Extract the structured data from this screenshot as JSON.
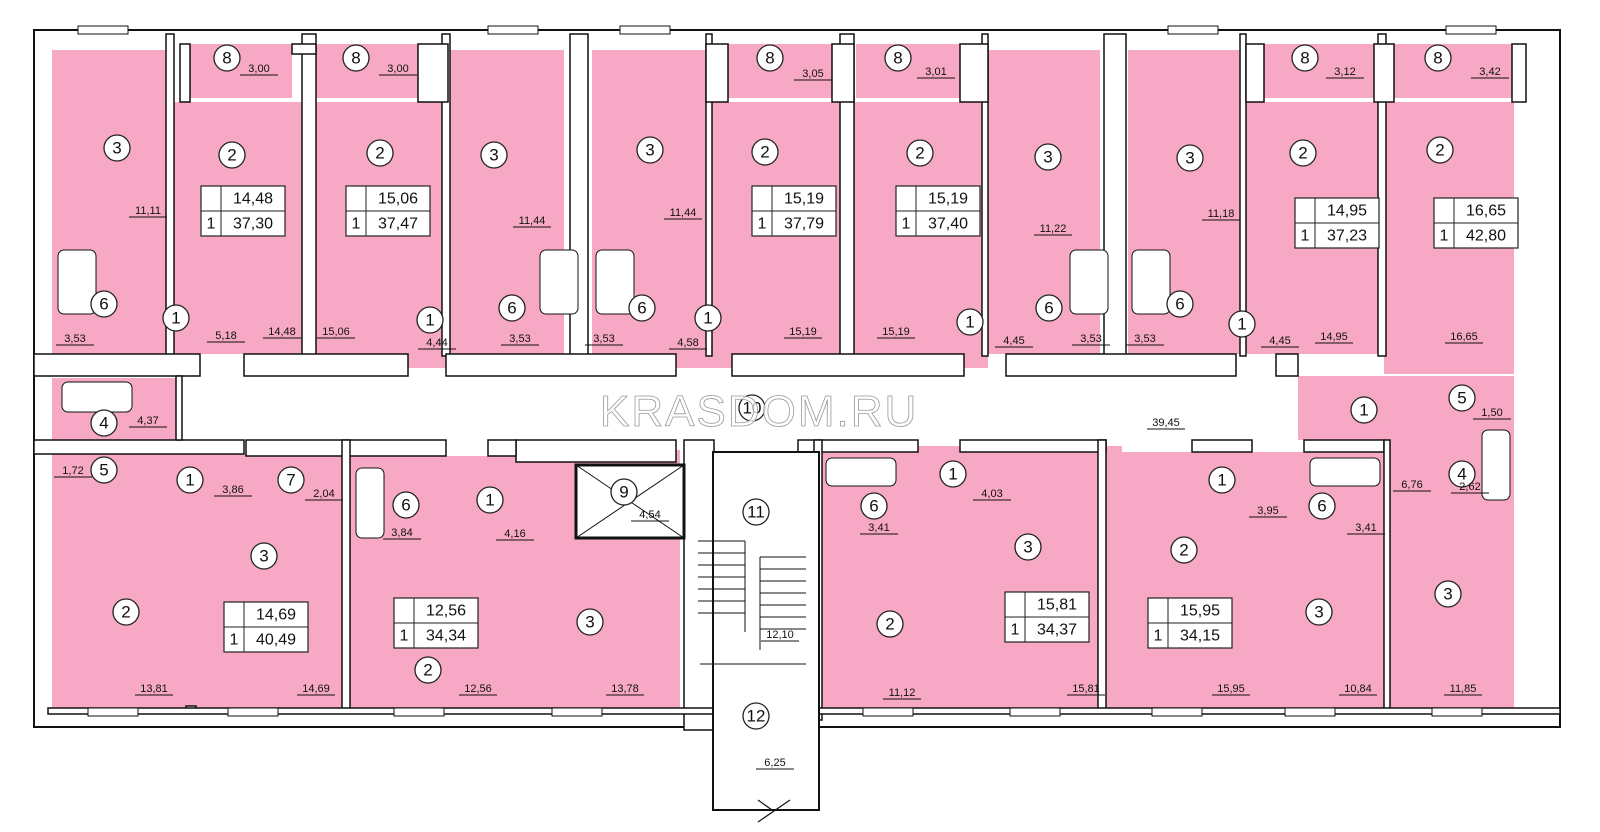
{
  "watermark": "KRASDOM.RU",
  "colors": {
    "room_fill": "#f7a8c4",
    "wall": "#ffffff",
    "wall_stroke": "#111111",
    "background": "#ffffff"
  },
  "room_labels": [
    {
      "id": "a1-r3",
      "n": "3"
    },
    {
      "id": "a1-r2",
      "n": "2"
    },
    {
      "id": "a1-r6",
      "n": "6"
    },
    {
      "id": "a1-r1",
      "n": "1"
    },
    {
      "id": "a1-r8",
      "n": "8"
    },
    {
      "id": "a2-r2",
      "n": "2"
    },
    {
      "id": "a2-r3",
      "n": "3"
    },
    {
      "id": "a2-r6",
      "n": "6"
    },
    {
      "id": "a2-r1",
      "n": "1"
    },
    {
      "id": "a2-r8",
      "n": "8"
    },
    {
      "id": "a3-r3",
      "n": "3"
    },
    {
      "id": "a3-r2",
      "n": "2"
    },
    {
      "id": "a3-r6",
      "n": "6"
    },
    {
      "id": "a3-r1",
      "n": "1"
    },
    {
      "id": "a3-r8",
      "n": "8"
    },
    {
      "id": "a4-r2",
      "n": "2"
    },
    {
      "id": "a4-r3",
      "n": "3"
    },
    {
      "id": "a4-r6",
      "n": "6"
    },
    {
      "id": "a4-r1",
      "n": "1"
    },
    {
      "id": "a4-r8",
      "n": "8"
    },
    {
      "id": "a5-r3",
      "n": "3"
    },
    {
      "id": "a5-r2",
      "n": "2"
    },
    {
      "id": "a5-r6",
      "n": "6"
    },
    {
      "id": "a5-r1",
      "n": "1"
    },
    {
      "id": "a5-r8",
      "n": "8"
    },
    {
      "id": "a6-r2",
      "n": "2"
    },
    {
      "id": "a6-r8",
      "n": "8"
    },
    {
      "id": "a6-r1",
      "n": "1"
    },
    {
      "id": "a6-r5",
      "n": "5"
    },
    {
      "id": "a6-r4",
      "n": "4"
    },
    {
      "id": "a6-r3",
      "n": "3"
    },
    {
      "id": "corr",
      "n": "10"
    },
    {
      "id": "a7-r4",
      "n": "4"
    },
    {
      "id": "a7-r5",
      "n": "5"
    },
    {
      "id": "a7-r1",
      "n": "1"
    },
    {
      "id": "a7-r7",
      "n": "7"
    },
    {
      "id": "a7-r2",
      "n": "2"
    },
    {
      "id": "a7-r3",
      "n": "3"
    },
    {
      "id": "a8-r6",
      "n": "6"
    },
    {
      "id": "a8-r1",
      "n": "1"
    },
    {
      "id": "a8-r2",
      "n": "2"
    },
    {
      "id": "a8-r3",
      "n": "3"
    },
    {
      "id": "elev",
      "n": "9"
    },
    {
      "id": "stair",
      "n": "11"
    },
    {
      "id": "vest",
      "n": "12"
    },
    {
      "id": "a9-r1",
      "n": "1"
    },
    {
      "id": "a9-r6",
      "n": "6"
    },
    {
      "id": "a9-r2",
      "n": "2"
    },
    {
      "id": "a9-r3",
      "n": "3"
    },
    {
      "id": "a10-r1",
      "n": "1"
    },
    {
      "id": "a10-r6",
      "n": "6"
    },
    {
      "id": "a10-r2",
      "n": "2"
    },
    {
      "id": "a10-r3",
      "n": "3"
    }
  ],
  "areas": [
    "3,00",
    "11,11",
    "5,18",
    "14,48",
    "3,53",
    "3,00",
    "15,06",
    "4,44",
    "11,44",
    "3,53",
    "3,05",
    "11,44",
    "3,53",
    "4,58",
    "15,19",
    "3,01",
    "15,19",
    "4,45",
    "11,22",
    "3,53",
    "3,12",
    "11,18",
    "3,53",
    "4,45",
    "14,95",
    "3,42",
    "16,65",
    "1,50",
    "6,76",
    "2,62",
    "11,85",
    "39,45",
    "4,37",
    "1,72",
    "3,86",
    "2,04",
    "13,81",
    "14,69",
    "3,84",
    "4,16",
    "12,56",
    "13,78",
    "4,54",
    "12,10",
    "6,25",
    "4,03",
    "3,41",
    "11,12",
    "15,81",
    "3,95",
    "3,41",
    "15,95",
    "10,84"
  ],
  "apartments": [
    {
      "id": "apt-1",
      "rooms": "1",
      "living": "14,48",
      "total": "37,30"
    },
    {
      "id": "apt-2",
      "rooms": "1",
      "living": "15,06",
      "total": "37,47"
    },
    {
      "id": "apt-3",
      "rooms": "1",
      "living": "15,19",
      "total": "37,79"
    },
    {
      "id": "apt-4",
      "rooms": "1",
      "living": "15,19",
      "total": "37,40"
    },
    {
      "id": "apt-5",
      "rooms": "1",
      "living": "14,95",
      "total": "37,23"
    },
    {
      "id": "apt-6",
      "rooms": "1",
      "living": "16,65",
      "total": "42,80"
    },
    {
      "id": "apt-7",
      "rooms": "1",
      "living": "14,69",
      "total": "40,49"
    },
    {
      "id": "apt-8",
      "rooms": "1",
      "living": "12,56",
      "total": "34,34"
    },
    {
      "id": "apt-9",
      "rooms": "1",
      "living": "15,81",
      "total": "34,37"
    },
    {
      "id": "apt-10",
      "rooms": "1",
      "living": "15,95",
      "total": "34,15"
    }
  ]
}
